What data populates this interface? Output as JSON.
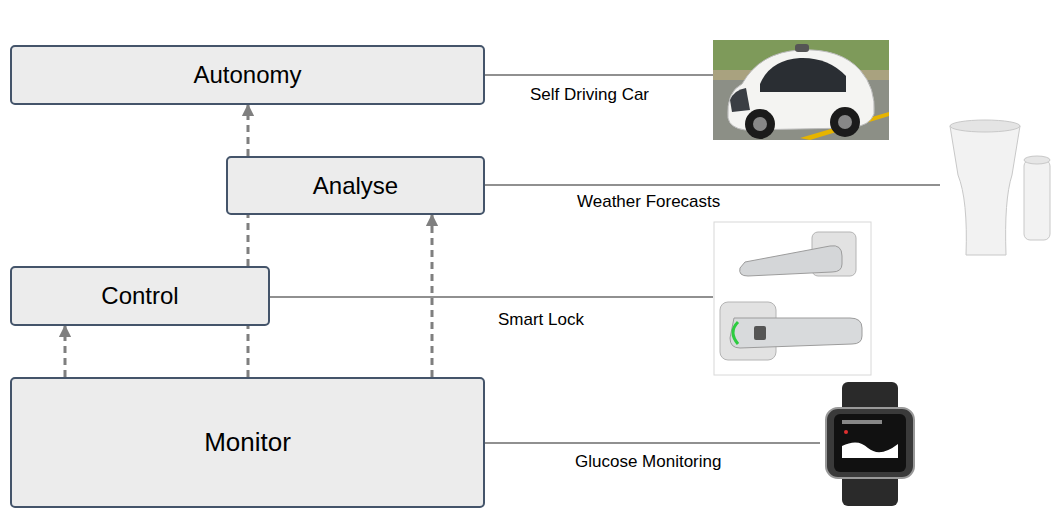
{
  "diagram": {
    "nodes": [
      {
        "text": [
          "Autonomy"
        ]
      },
      {
        "text": [
          "Analyse"
        ]
      },
      {
        "text": [
          "Control"
        ]
      },
      {
        "text": [
          "Monitor"
        ]
      }
    ],
    "edges": [
      {
        "from": 3,
        "to": 2,
        "arrow": "to"
      },
      {
        "from": 3,
        "to": 2,
        "arrow": "none"
      },
      {
        "from": 2,
        "to": 1,
        "arrow": "none"
      },
      {
        "from": 1,
        "to": 0,
        "arrow": "to"
      },
      {
        "from": 3,
        "to": 1,
        "arrow": "to"
      }
    ],
    "labels": [
      "Self Driving Car",
      "Weather Forecasts",
      "Smart Lock",
      "Glucose Monitoring"
    ]
  }
}
